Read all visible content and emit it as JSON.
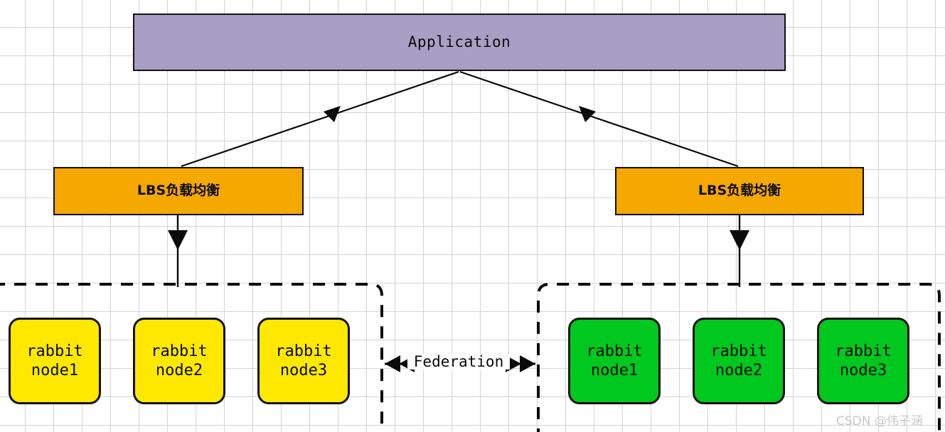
{
  "diagram": {
    "title_box": {
      "label": "Application",
      "fill": "#a99ec4",
      "stroke": "#141018"
    },
    "load_balancers": [
      {
        "label": "LBS负载均衡",
        "fill": "#f5a800"
      },
      {
        "label": "LBS负载均衡",
        "fill": "#f5a800"
      }
    ],
    "clusters": [
      {
        "name": "left-cluster",
        "fill": "#ffe800",
        "nodes": [
          {
            "line1": "rabbit",
            "line2": "node1"
          },
          {
            "line1": "rabbit",
            "line2": "node2"
          },
          {
            "line1": "rabbit",
            "line2": "node3"
          }
        ]
      },
      {
        "name": "right-cluster",
        "fill": "#00c81e",
        "nodes": [
          {
            "line1": "rabbit",
            "line2": "node1"
          },
          {
            "line1": "rabbit",
            "line2": "node2"
          },
          {
            "line1": "rabbit",
            "line2": "node3"
          }
        ]
      }
    ],
    "link": {
      "label": "Federation"
    },
    "watermark": {
      "text": "CSDN @伟子涵"
    }
  }
}
